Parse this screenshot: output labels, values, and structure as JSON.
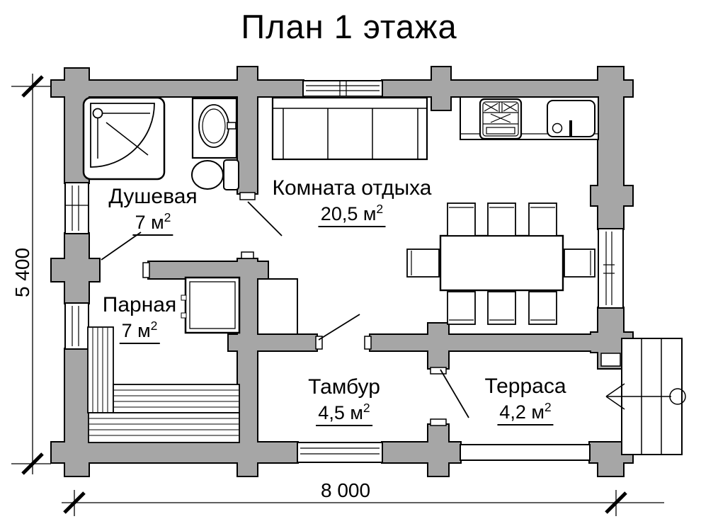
{
  "title": "План 1 этажа",
  "rooms": {
    "shower": {
      "name": "Душевая",
      "area": "7 м",
      "area_sup": "2"
    },
    "lounge": {
      "name": "Комната отдыха",
      "area": "20,5 м",
      "area_sup": "2"
    },
    "steam": {
      "name": "Парная",
      "area": "7 м",
      "area_sup": "2"
    },
    "vestibule": {
      "name": "Тамбур",
      "area": "4,5 м",
      "area_sup": "2"
    },
    "terrace": {
      "name": "Терраса",
      "area": "4,2 м",
      "area_sup": "2"
    }
  },
  "dimensions": {
    "overall_width": "8 000",
    "overall_depth": "5 400"
  },
  "colors": {
    "wall_fill": "#a6a6a6",
    "outline": "#000000",
    "background": "#ffffff"
  },
  "fixtures": [
    "corner-shower-tray",
    "washbasin",
    "toilet",
    "sofa",
    "kitchen-stove",
    "kitchen-sink",
    "dining-table",
    "dining-chairs",
    "sauna-stove",
    "furnace-box",
    "sauna-benches",
    "entrance-steps",
    "entry-direction-arrow",
    "windows",
    "door-swings",
    "dimension-lines"
  ]
}
